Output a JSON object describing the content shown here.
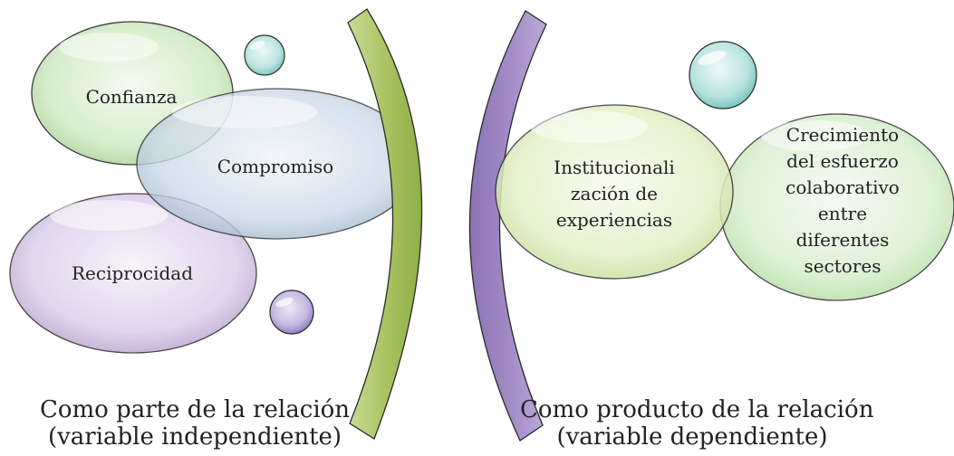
{
  "left_group": {
    "nodes": [
      {
        "label": "Confianza"
      },
      {
        "label": "Compromiso"
      },
      {
        "label": "Reciprocidad"
      }
    ],
    "caption_line1": "Como parte de la relación",
    "caption_line2": "(variable independiente)"
  },
  "right_group": {
    "nodes": [
      {
        "label": "Institucionali\nzación de\nexperiencias"
      },
      {
        "label": "Crecimiento\ndel esfuerzo\ncolaborativo\nentre\ndiferentes\nsectores"
      }
    ],
    "caption_line1": "Como producto de la relación",
    "caption_line2": "(variable dependiente)"
  },
  "colors": {
    "green_bubble": "#cfe8c4",
    "blue_bubble": "#c9d8e6",
    "purple_bubble": "#d9cde6",
    "light_green_bubble": "#e2f0c8",
    "teal_bubble": "#bfe5e2",
    "bracket_green": "#a8c463",
    "bracket_purple": "#9a84bf"
  }
}
